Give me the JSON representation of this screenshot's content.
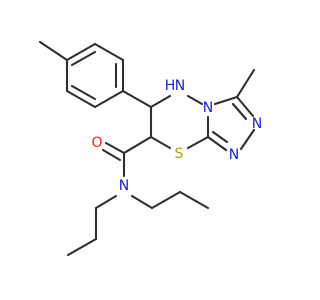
{
  "molecule": {
    "atoms": [
      {
        "id": "H",
        "label": "H",
        "color": "#1a1ae6"
      },
      {
        "id": "N1",
        "label": "N",
        "color": "#1a1ae6"
      },
      {
        "id": "N2",
        "label": "N",
        "color": "#1a1ae6"
      },
      {
        "id": "N3",
        "label": "N",
        "color": "#1a1ae6"
      },
      {
        "id": "N4",
        "label": "N",
        "color": "#1a1ae6"
      },
      {
        "id": "S",
        "label": "S",
        "color": "#b3a300"
      },
      {
        "id": "O",
        "label": "O",
        "color": "#ff1a1a"
      },
      {
        "id": "N5",
        "label": "N",
        "color": "#1a1ae6"
      }
    ]
  },
  "colors": {
    "bond": "#2f2f2f",
    "nitrogen": "#1a1ae6",
    "sulfur": "#b3a300",
    "oxygen": "#ff1a1a"
  }
}
